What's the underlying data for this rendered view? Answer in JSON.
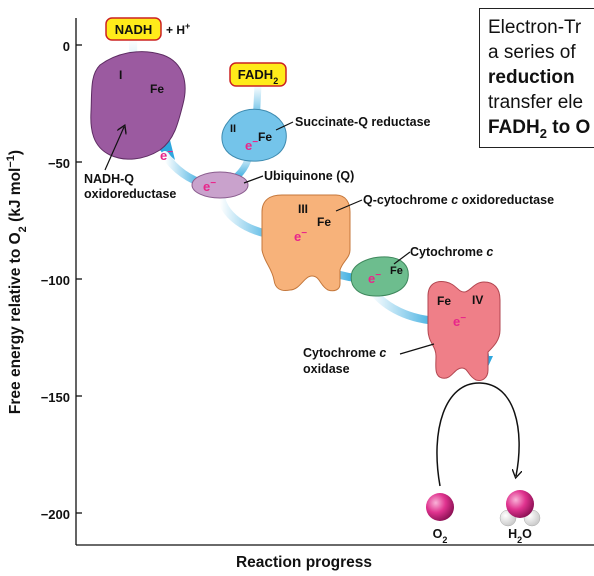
{
  "axes": {
    "ylabel_prefix": "Free energy relative to O",
    "ylabel_sub": "2",
    "ylabel_suffix": " (kJ mol",
    "ylabel_sup": "−1",
    "ylabel_end": ")",
    "xlabel": "Reaction progress",
    "y_ticks": [
      "0",
      "−50",
      "−100",
      "−150",
      "−200"
    ]
  },
  "inputs": {
    "nadh": "NADH",
    "plus_h": "+ H",
    "plus_h_sup": "+",
    "fadh_main": "FADH",
    "fadh_sub": "2"
  },
  "complexes": {
    "c1_numeral": "I",
    "c1_fe": "Fe",
    "c1_label_line1": "NADH-Q",
    "c1_label_line2": "oxidoreductase",
    "c2_numeral": "II",
    "c2_fe": "Fe",
    "c2_label": "Succinate-Q reductase",
    "q_label": "Ubiquinone (Q)",
    "c3_numeral": "III",
    "c3_fe": "Fe",
    "c3_label_pre": "Q-cytochrome ",
    "c3_label_italic": "c",
    "c3_label_post": " oxidoreductase",
    "cytc_label_pre": "Cytochrome ",
    "cytc_label_italic": "c",
    "cytc_fe": "Fe",
    "c4_fe": "Fe",
    "c4_numeral": "IV",
    "c4_label_line1_pre": "Cytochrome ",
    "c4_label_line1_italic": "c",
    "c4_label_line2": "oxidase"
  },
  "electron": {
    "symbol": "e",
    "charge": "−"
  },
  "products": {
    "o2_main": "O",
    "o2_sub": "2",
    "h2o_h": "H",
    "h2o_sub": "2",
    "h2o_o": "O"
  },
  "caption": {
    "line1": "Electron-Tr",
    "line2": "a series of",
    "line3": "reduction",
    "line4": "transfer ele",
    "line5_main": "FADH",
    "line5_sub": "2",
    "line5_rest": " to O"
  },
  "colors": {
    "complex1": "#9b5aa0",
    "complex2": "#74c4ea",
    "ubiquinone": "#c9a2cc",
    "complex3": "#f7b27a",
    "cytochrome_c": "#6dbd8e",
    "complex4": "#ef7f88",
    "electron": "#e8268a",
    "arrow": "#2ea7de",
    "tag_fill": "#ffeb1a",
    "tag_border": "#cc2222"
  }
}
